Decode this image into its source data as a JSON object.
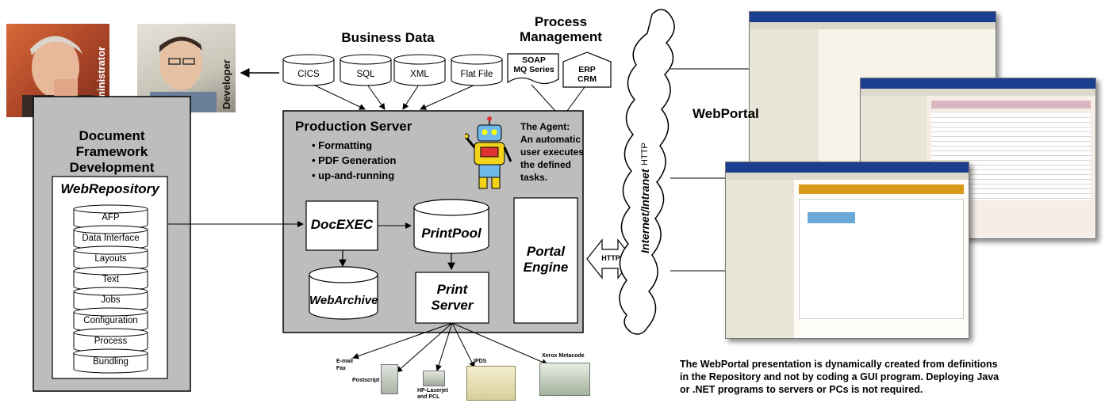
{
  "people": {
    "administrator": "Administrator",
    "developer": "Developer"
  },
  "framework": {
    "title": "Document Framework Development",
    "title_lines": [
      "Document",
      "Framework",
      "Development"
    ],
    "repository": "WebRepository",
    "items": [
      "AFP",
      "Data Interface",
      "Layouts",
      "Text",
      "Jobs",
      "Configuration",
      "Process",
      "Bundling"
    ]
  },
  "business_data": {
    "title": "Business Data",
    "sources": [
      "CICS",
      "SQL",
      "XML",
      "Flat File"
    ]
  },
  "process_management": {
    "title_lines": [
      "Process",
      "Management"
    ],
    "items": [
      {
        "lines": [
          "SOAP",
          "MQ Series"
        ]
      },
      {
        "lines": [
          "ERP",
          "CRM"
        ]
      }
    ]
  },
  "server": {
    "title": "Production Server",
    "bullets": [
      "• Formatting",
      "• PDF Generation",
      "• up-and-running"
    ],
    "agent_title": "The Agent:",
    "agent_lines": [
      "An automatic",
      "user executes",
      "the defined",
      "tasks."
    ],
    "docexec": "DocEXEC",
    "printpool": "PrintPool",
    "webarchive": "WebArchive",
    "print_server_lines": [
      "Print",
      "Server"
    ],
    "portal_engine_lines": [
      "Portal",
      "Engine"
    ]
  },
  "network": {
    "http": "HTTP",
    "cloud_label": "Internet/Intranet",
    "cloud_sub": "HTTP"
  },
  "outputs": [
    {
      "lines": [
        "E-mail",
        "Fax"
      ]
    },
    {
      "lines": [
        "Postscript"
      ]
    },
    {
      "lines": [
        "HP-Laserjet",
        "and PCL"
      ]
    },
    {
      "lines": [
        "IPDS"
      ]
    },
    {
      "lines": [
        "Xerox Metacode"
      ]
    }
  ],
  "webportal": {
    "label": "WebPortal",
    "caption_lines": [
      "The WebPortal presentation is dynamically created from definitions",
      "in the Repository and not by coding a GUI program.  Deploying Java",
      "or .NET programs to servers or PCs is not required."
    ]
  },
  "colors": {
    "panel_gray": "#bdbdbd",
    "browser_title": "#1c3e8f",
    "photo_bg_admin": "#b24a2a",
    "photo_bg_dev": "#c9c4b8"
  }
}
